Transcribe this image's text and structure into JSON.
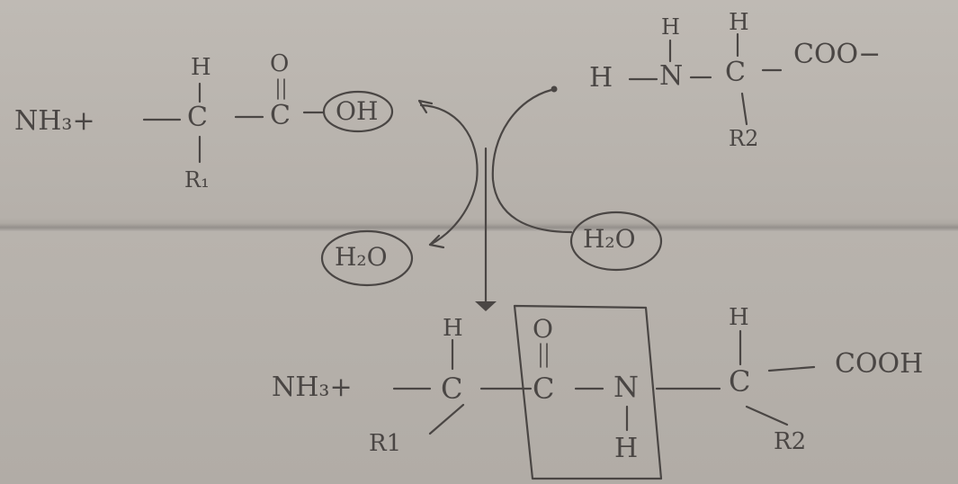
{
  "reactant1": {
    "amine": "NH₃+",
    "alpha_h": "H",
    "alpha_c": "C",
    "side_chain": "R₁",
    "carbonyl_o": "O",
    "carbonyl_c": "C",
    "hydroxyl": "OH"
  },
  "reactant2": {
    "h_left": "H",
    "n": "N",
    "n_h": "H",
    "alpha_c": "C",
    "alpha_h": "H",
    "carboxylate": "COO−",
    "side_chain": "R2"
  },
  "water": {
    "left": "H₂O",
    "right": "H₂O"
  },
  "product": {
    "amine": "NH₃+",
    "alpha1_h": "H",
    "alpha1_c": "C",
    "side_chain1": "R1",
    "carbonyl_o": "O",
    "carbonyl_c": "C",
    "n": "N",
    "n_h": "H",
    "alpha2_h": "H",
    "alpha2_c": "C",
    "carboxyl": "COOH",
    "side_chain2": "R2"
  }
}
